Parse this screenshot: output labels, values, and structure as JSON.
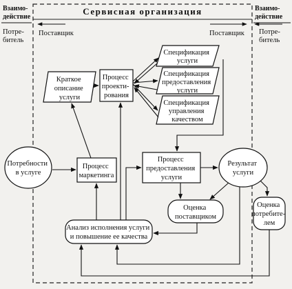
{
  "title": "Сервисная организация",
  "side_left": {
    "interaction": [
      "Взаимо-",
      "действие"
    ],
    "consumer": [
      "Потре-",
      "битель"
    ]
  },
  "side_right": {
    "interaction": [
      "Взаимо-",
      "действие"
    ],
    "consumer": [
      "Потре-",
      "битель"
    ]
  },
  "supplier_left": "Поставщик",
  "supplier_right": "Поставщик",
  "nodes": {
    "brief": [
      "Краткое",
      "описание",
      "услуги"
    ],
    "design": [
      "Процесс",
      "проекти-",
      "рования"
    ],
    "spec_service": [
      "Спецификация",
      "услуги"
    ],
    "spec_delivery": [
      "Спецификация",
      "предоставления",
      "услуги"
    ],
    "spec_quality": [
      "Спецификация",
      "управления",
      "качеством"
    ],
    "needs": [
      "Потребности",
      "в услуге"
    ],
    "marketing": [
      "Процесс",
      "маркетинга"
    ],
    "delivery": [
      "Процесс",
      "предоставления",
      "услуги"
    ],
    "result": [
      "Результат",
      "услуги"
    ],
    "supplier_eval": [
      "Оценка",
      "поставщиком"
    ],
    "consumer_eval": [
      "Оценка",
      "потребите-",
      "лем"
    ],
    "analysis": [
      "Анализ исполнения услуги",
      "и повышение ее качества"
    ]
  }
}
